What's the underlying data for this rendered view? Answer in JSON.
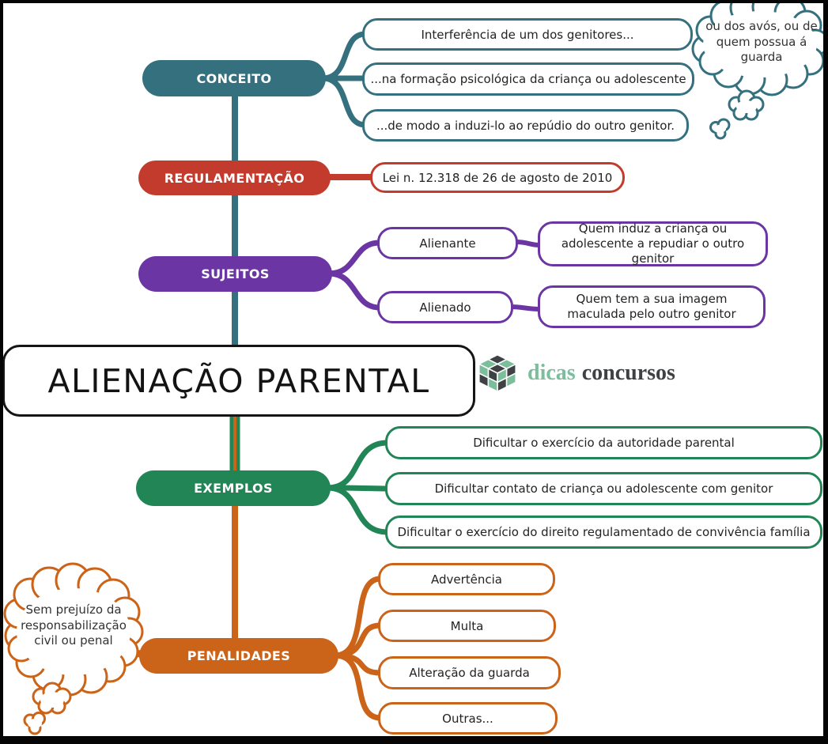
{
  "title": "ALIENAÇÃO PARENTAL",
  "logo": {
    "part1": "dicas",
    "part2": "concursos"
  },
  "colors": {
    "teal": "#35707E",
    "red": "#C23B2D",
    "purple": "#6B36A3",
    "green": "#218555",
    "orange": "#CB6318",
    "logo_green": "#7CBD9C",
    "logo_dark": "#3F4245",
    "text": "#232323"
  },
  "topics": [
    {
      "label": "CONCEITO",
      "children": [
        {
          "text": "Interferência de um dos genitores..."
        },
        {
          "text": "...na formação psicológica da criança ou adolescente"
        },
        {
          "text": "...de modo a induzi-lo ao repúdio do outro genitor."
        }
      ]
    },
    {
      "label": "REGULAMENTAÇÃO",
      "children": [
        {
          "text": "Lei n. 12.318 de 26 de agosto de 2010"
        }
      ]
    },
    {
      "label": "SUJEITOS",
      "children": [
        {
          "text": "Alienante",
          "desc": "Quem induz a criança ou adolescente a repudiar o outro genitor"
        },
        {
          "text": "Alienado",
          "desc": "Quem tem a sua imagem maculada pelo outro genitor"
        }
      ]
    },
    {
      "label": "EXEMPLOS",
      "children": [
        {
          "text": "Dificultar o exercício da autoridade parental"
        },
        {
          "text": "Dificultar contato de criança ou adolescente com genitor"
        },
        {
          "text": "Dificultar o exercício do direito regulamentado de convivência família"
        }
      ]
    },
    {
      "label": "PENALIDADES",
      "children": [
        {
          "text": "Advertência"
        },
        {
          "text": "Multa"
        },
        {
          "text": "Alteração da guarda"
        },
        {
          "text": "Outras..."
        }
      ]
    }
  ],
  "clouds": {
    "top_right": "ou dos avós, ou de quem possua á guarda",
    "bottom_left": "Sem prejuízo da responsabilização civil ou penal"
  }
}
